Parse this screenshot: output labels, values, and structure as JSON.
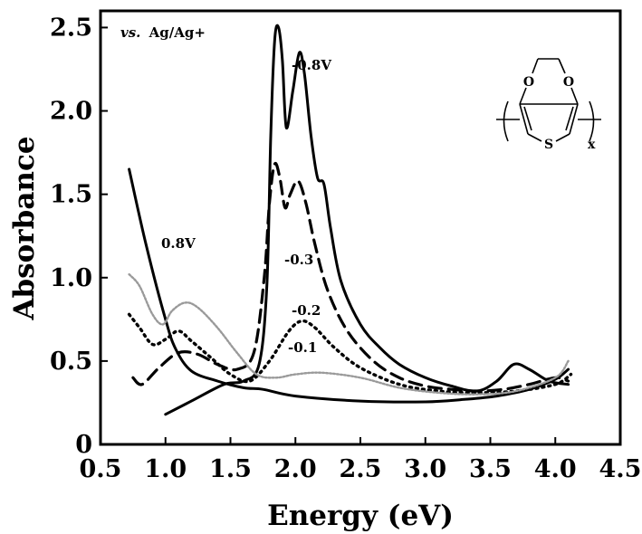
{
  "chart_data": {
    "type": "line",
    "xlabel": "Energy (eV)",
    "ylabel": "Absorbance",
    "xlim": [
      0.5,
      4.5
    ],
    "ylim": [
      0,
      2.6
    ],
    "xticks": [
      "0.5",
      "1.0",
      "1.5",
      "2.0",
      "2.5",
      "3.0",
      "3.5",
      "4.0",
      "4.5"
    ],
    "yticks": [
      "0",
      "0.5",
      "1.0",
      "1.5",
      "2.0",
      "2.5"
    ],
    "grid": false,
    "legend": "none",
    "reference_label": {
      "prefix": "vs.",
      "text": "Ag/Ag+"
    },
    "molecule_labels": {
      "o1": "O",
      "o2": "O",
      "s": "S",
      "x": "x"
    },
    "series": [
      {
        "label": "0.8V",
        "style": "solid",
        "x": [
          0.72,
          0.85,
          1.0,
          1.08,
          1.2,
          1.4,
          1.6,
          1.75,
          2.0,
          2.5,
          3.0,
          3.3,
          3.55,
          3.8,
          4.0,
          4.1
        ],
        "y": [
          1.65,
          1.2,
          0.75,
          0.57,
          0.44,
          0.38,
          0.34,
          0.33,
          0.29,
          0.26,
          0.255,
          0.27,
          0.29,
          0.33,
          0.39,
          0.45
        ]
      },
      {
        "label": "-0.8V",
        "style": "solid",
        "x": [
          1.0,
          1.2,
          1.45,
          1.6,
          1.72,
          1.78,
          1.81,
          1.84,
          1.87,
          1.9,
          1.93,
          1.98,
          2.03,
          2.07,
          2.12,
          2.17,
          2.22,
          2.27,
          2.35,
          2.5,
          2.65,
          2.8,
          3.0,
          3.2,
          3.4,
          3.55,
          3.68,
          3.8,
          3.95,
          4.1
        ],
        "y": [
          0.18,
          0.26,
          0.36,
          0.38,
          0.48,
          0.95,
          1.85,
          2.42,
          2.5,
          2.3,
          1.9,
          2.12,
          2.35,
          2.22,
          1.85,
          1.6,
          1.56,
          1.3,
          0.98,
          0.72,
          0.58,
          0.48,
          0.4,
          0.35,
          0.32,
          0.38,
          0.48,
          0.45,
          0.38,
          0.36
        ]
      },
      {
        "label": "-0.3",
        "style": "dashed",
        "x": [
          0.75,
          0.82,
          0.95,
          1.1,
          1.25,
          1.4,
          1.55,
          1.68,
          1.76,
          1.8,
          1.84,
          1.88,
          1.92,
          1.96,
          2.02,
          2.08,
          2.15,
          2.25,
          2.4,
          2.6,
          2.8,
          3.0,
          3.2,
          3.4,
          3.6,
          3.8,
          4.0,
          4.1
        ],
        "y": [
          0.4,
          0.36,
          0.46,
          0.55,
          0.54,
          0.48,
          0.45,
          0.55,
          1.0,
          1.45,
          1.68,
          1.6,
          1.42,
          1.5,
          1.58,
          1.45,
          1.2,
          0.92,
          0.68,
          0.5,
          0.4,
          0.35,
          0.33,
          0.32,
          0.33,
          0.36,
          0.4,
          0.38
        ]
      },
      {
        "label": "-0.2",
        "style": "dotted",
        "x": [
          0.72,
          0.8,
          0.9,
          1.0,
          1.1,
          1.2,
          1.35,
          1.5,
          1.65,
          1.8,
          1.95,
          2.05,
          2.15,
          2.3,
          2.5,
          2.8,
          3.1,
          3.4,
          3.7,
          4.0,
          4.12
        ],
        "y": [
          0.78,
          0.7,
          0.6,
          0.63,
          0.68,
          0.62,
          0.52,
          0.42,
          0.38,
          0.5,
          0.68,
          0.74,
          0.7,
          0.58,
          0.46,
          0.36,
          0.32,
          0.31,
          0.32,
          0.36,
          0.42
        ]
      },
      {
        "label": "-0.1",
        "style": "gray",
        "x": [
          0.72,
          0.8,
          0.9,
          0.98,
          1.05,
          1.15,
          1.25,
          1.4,
          1.55,
          1.7,
          1.85,
          2.0,
          2.2,
          2.5,
          2.8,
          3.1,
          3.4,
          3.7,
          4.0,
          4.1
        ],
        "y": [
          1.02,
          0.95,
          0.78,
          0.72,
          0.8,
          0.85,
          0.82,
          0.7,
          0.55,
          0.42,
          0.4,
          0.42,
          0.43,
          0.4,
          0.34,
          0.31,
          0.3,
          0.32,
          0.4,
          0.5
        ]
      }
    ]
  }
}
